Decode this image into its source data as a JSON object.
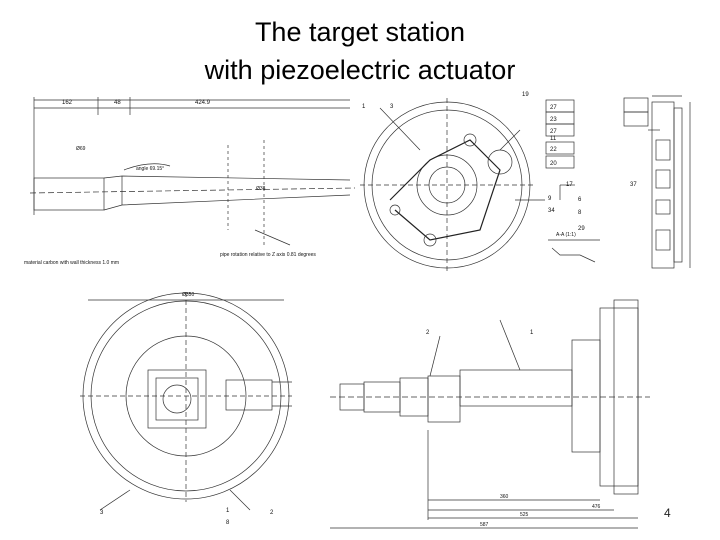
{
  "slide": {
    "title_line1": "The target station",
    "title_line2": "with piezoelectric actuator",
    "page_number": "4"
  },
  "drawing1": {
    "dim_162": "162",
    "dim_48": "48",
    "dim_4249": "424.9",
    "dim_ang": "angle 69.15°",
    "dim_69": "Ø69",
    "dim_38": "Ø38",
    "note_material": "material carbon with wall thickness 1.0 mm",
    "note_pipe": "pipe rotation relative to Z axis 0.81 degrees"
  },
  "drawing2": {
    "callouts_top": [
      "1",
      "3",
      "19"
    ],
    "callouts_right": [
      "27",
      "23",
      "27",
      "11",
      "22",
      "20",
      "9",
      "34",
      "17",
      "6",
      "8",
      "29",
      "37"
    ],
    "section_label": "A-A (1:1)"
  },
  "drawing3": {
    "top_dim": "Ø350",
    "bottom_labels": [
      "3",
      "2",
      "1",
      "8"
    ]
  },
  "drawing4": {
    "callouts": [
      "2",
      "1"
    ],
    "dims_bottom": [
      "360",
      "476",
      "525",
      "587"
    ]
  }
}
